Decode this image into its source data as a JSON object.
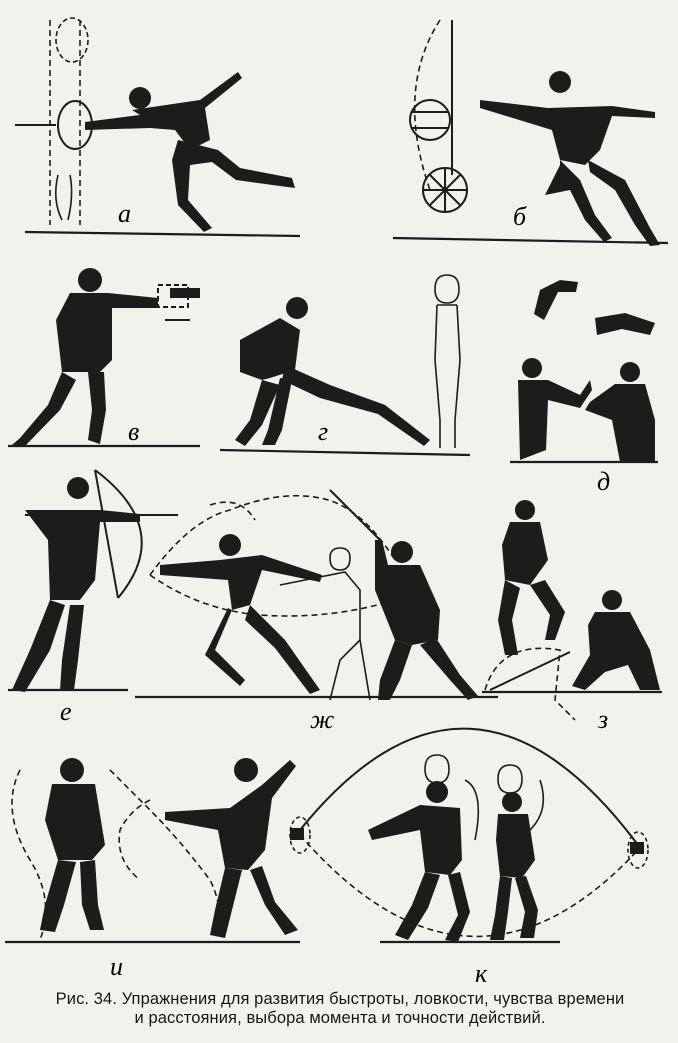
{
  "figure": {
    "panels": [
      {
        "key": "a",
        "label": "а",
        "description_icon": "runner-with-hoop-icon"
      },
      {
        "key": "b",
        "label": "б",
        "description_icon": "runner-with-ball-pendulum-icon"
      },
      {
        "key": "v",
        "label": "в",
        "description_icon": "boxer-punching-pad-icon"
      },
      {
        "key": "g",
        "label": "г",
        "description_icon": "fighter-catching-falling-partner-icon"
      },
      {
        "key": "d",
        "label": "д",
        "description_icon": "boxers-hand-drill-icon"
      },
      {
        "key": "e",
        "label": "е",
        "description_icon": "archer-icon"
      },
      {
        "key": "zh",
        "label": "ж",
        "description_icon": "fencers-lunge-icon"
      },
      {
        "key": "z",
        "label": "з",
        "description_icon": "jumper-over-swinging-stick-icon"
      },
      {
        "key": "i",
        "label": "и",
        "description_icon": "fencers-movement-trace-icon"
      },
      {
        "key": "k",
        "label": "к",
        "description_icon": "rope-jump-pair-icon"
      }
    ]
  },
  "caption": {
    "line1": "Рис. 34. Упражнения для развития быстроты, ловкости, чувства времени",
    "line2": "и расстояния, выбора момента и точности действий."
  }
}
